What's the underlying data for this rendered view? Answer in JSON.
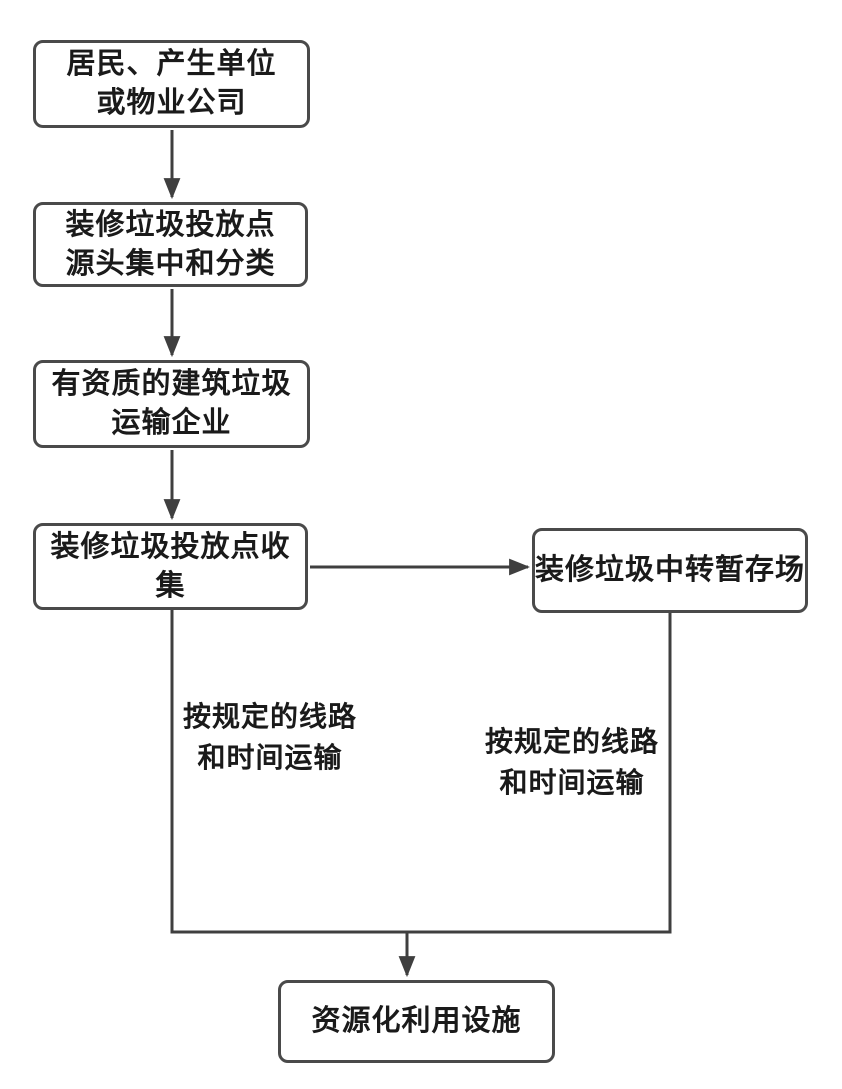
{
  "nodes": [
    {
      "id": "residents",
      "lines": [
        "居民、产生单位",
        "或物业公司"
      ]
    },
    {
      "id": "drop-point-source",
      "lines": [
        "装修垃圾投放点",
        "源头集中和分类"
      ]
    },
    {
      "id": "qualified-transport",
      "lines": [
        "有资质的建筑垃圾",
        "运输企业"
      ]
    },
    {
      "id": "drop-point-collection",
      "lines": [
        "装修垃圾投放点收集"
      ]
    },
    {
      "id": "transfer-storage",
      "lines": [
        "装修垃圾中转暂存场"
      ]
    },
    {
      "id": "resource-facility",
      "lines": [
        "资源化利用设施"
      ]
    }
  ],
  "edge_labels": {
    "left": {
      "lines": [
        "按规定的线路",
        "和时间运输"
      ]
    },
    "right": {
      "lines": [
        "按规定的线路",
        "和时间运输"
      ]
    }
  },
  "theme": {
    "line_color": "#3f3f3f",
    "border_color": "#4a4a4a",
    "text_color": "#1a1a1a",
    "background": "#ffffff"
  }
}
